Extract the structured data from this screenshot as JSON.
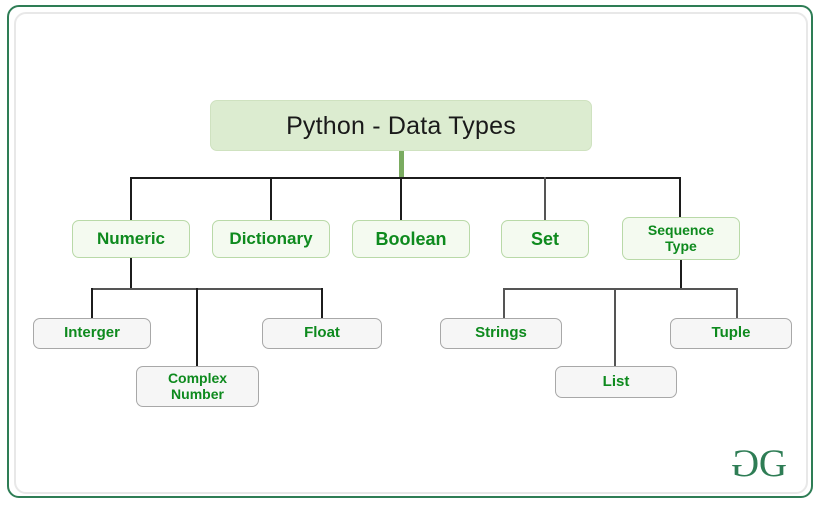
{
  "diagram": {
    "title": "Python - Data Types",
    "root": {
      "label": "Python - Data Types"
    },
    "level2": [
      {
        "key": "numeric",
        "label": "Numeric"
      },
      {
        "key": "dictionary",
        "label": "Dictionary"
      },
      {
        "key": "boolean",
        "label": "Boolean"
      },
      {
        "key": "set",
        "label": "Set"
      },
      {
        "key": "sequence",
        "label": "Sequence\nType"
      }
    ],
    "level3": [
      {
        "key": "interger",
        "label": "Interger",
        "parent": "numeric"
      },
      {
        "key": "complex-number",
        "label": "Complex\nNumber",
        "parent": "numeric"
      },
      {
        "key": "float",
        "label": "Float",
        "parent": "numeric"
      },
      {
        "key": "strings",
        "label": "Strings",
        "parent": "sequence"
      },
      {
        "key": "list",
        "label": "List",
        "parent": "sequence"
      },
      {
        "key": "tuple",
        "label": "Tuple",
        "parent": "sequence"
      }
    ]
  },
  "branding": {
    "logo_left": "G",
    "logo_right": "G"
  },
  "colors": {
    "frame_green": "#2e7d55",
    "frame_gray": "#e8e8e8",
    "root_fill": "#dcecd0",
    "root_border": "#cfe2c0",
    "branch_fill": "#f4faf0",
    "branch_border": "#b9d9a8",
    "branch_text": "#0e8a1e",
    "leaf_fill": "#f6f6f6",
    "leaf_border": "#a8a8a8",
    "leaf_text": "#0e8a1e",
    "connector": "#1c1c1c",
    "connector_green": "#7aab60"
  }
}
